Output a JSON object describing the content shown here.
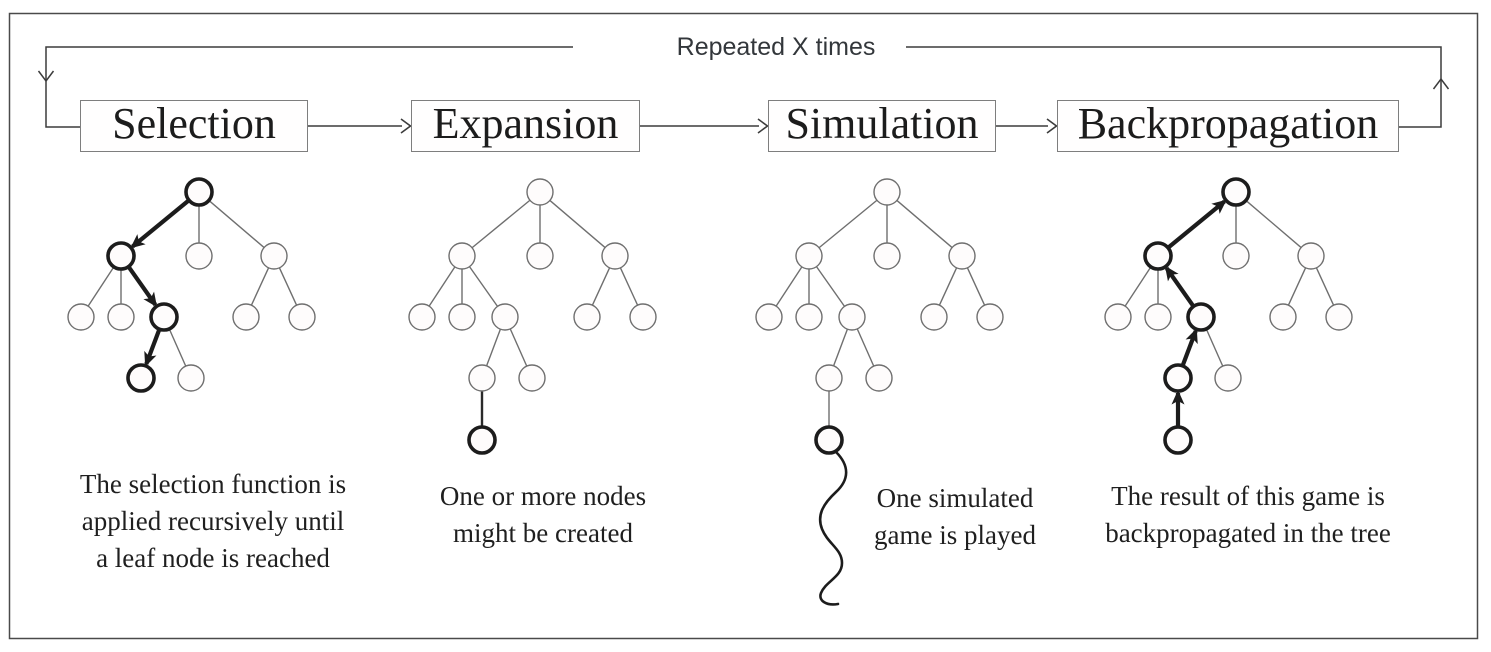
{
  "loop": {
    "label": "Repeated X times"
  },
  "phases": [
    {
      "id": "selection",
      "label": "Selection",
      "caption": "The selection function is\napplied recursively until\na leaf node is reached"
    },
    {
      "id": "expansion",
      "label": "Expansion",
      "caption": "One or more nodes\nmight be created"
    },
    {
      "id": "simulation",
      "label": "Simulation",
      "caption": "One simulated\ngame is played"
    },
    {
      "id": "backpropagation",
      "label": "Backpropagation",
      "caption": "The result of this game is\nbackpropagated in the tree"
    }
  ],
  "colors": {
    "frame": "#4a4a4a",
    "line": "#3c3c3c",
    "edge_thin": "#6f6f6f",
    "edge_bold": "#1c1c1c",
    "edge_new": "#2a2a2a",
    "node_fill": "#fefcfc",
    "box_border": "#7e7e7e",
    "text": "#1c1c1c",
    "background": "#ffffff"
  }
}
